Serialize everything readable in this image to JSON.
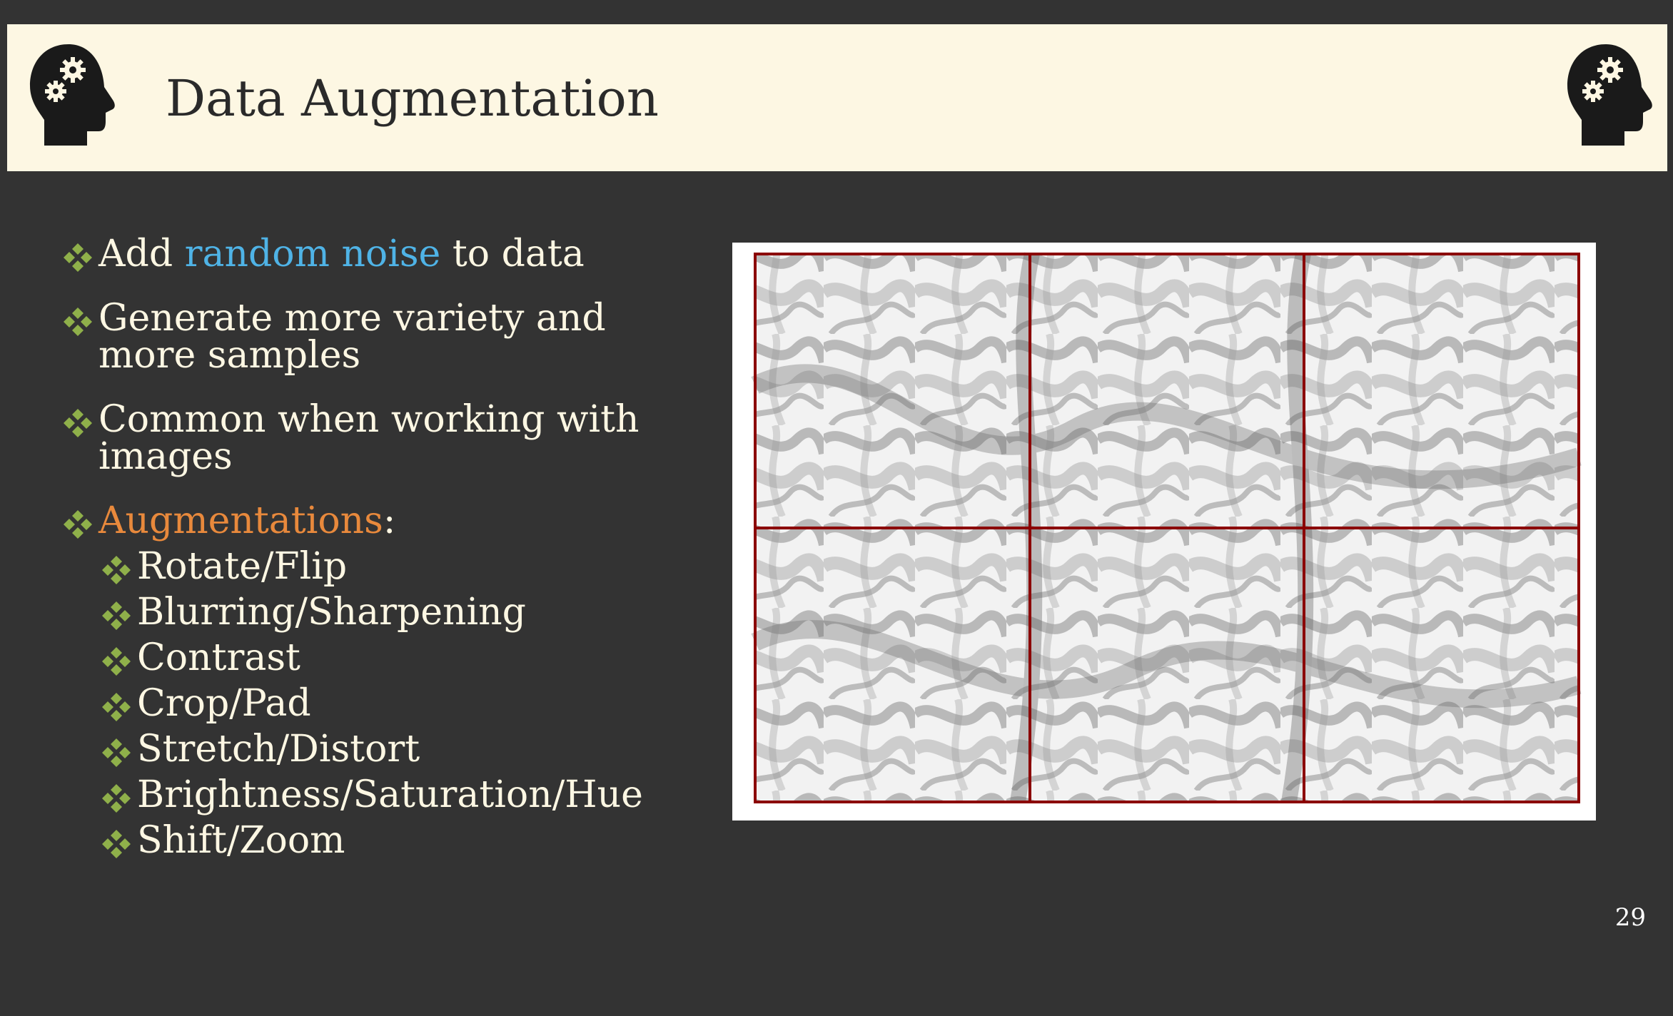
{
  "slide": {
    "title": "Data Augmentation",
    "page_number": "29"
  },
  "bullets": {
    "b1_pre": "Add ",
    "b1_highlight": "random noise",
    "b1_post": " to data",
    "b2": "Generate more variety and more samples",
    "b3": "Common when working with images",
    "b4_highlight": "Augmentations",
    "b4_post": ":",
    "subs": [
      "Rotate/Flip",
      "Blurring/Sharpening",
      "Contrast",
      "Crop/Pad",
      "Stretch/Distort",
      "Brightness/Saturation/Hue",
      "Shift/Zoom"
    ]
  },
  "colors": {
    "background": "#333333",
    "header": "#fdf7e3",
    "bullet_diamond": "#8fb04a",
    "highlight_blue": "#4fb3e6",
    "highlight_orange": "#e8893c",
    "grid_lines": "#8b0000"
  },
  "icons": {
    "header_left": "head-with-gears-icon",
    "header_right": "head-with-gears-icon",
    "bullet": "four-diamond-bullet-icon"
  }
}
